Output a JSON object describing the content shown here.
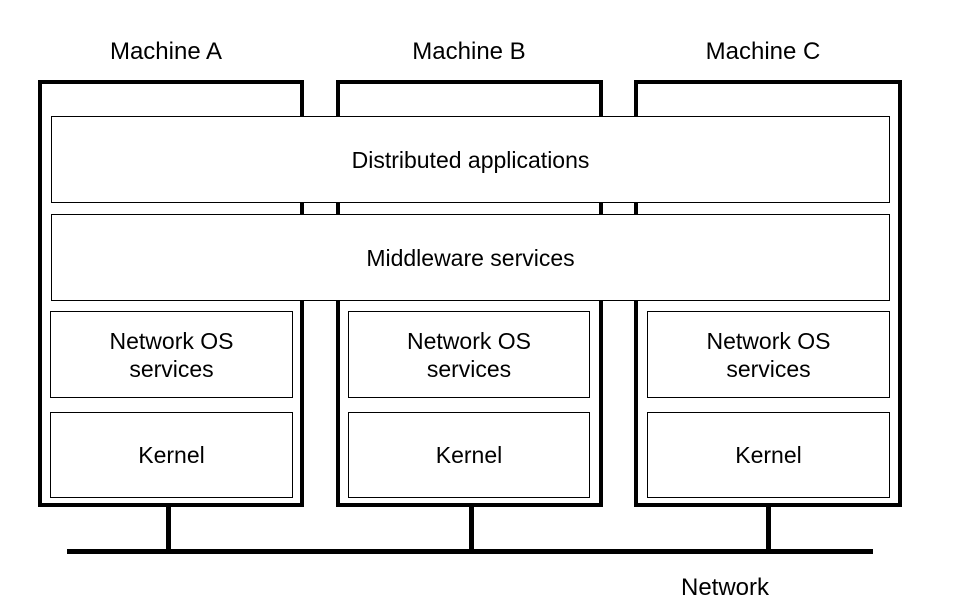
{
  "machines": [
    {
      "label": "Machine A",
      "network_os_line1": "Network OS",
      "network_os_line2": "services",
      "kernel": "Kernel"
    },
    {
      "label": "Machine B",
      "network_os_line1": "Network OS",
      "network_os_line2": "services",
      "kernel": "Kernel"
    },
    {
      "label": "Machine C",
      "network_os_line1": "Network OS",
      "network_os_line2": "services",
      "kernel": "Kernel"
    }
  ],
  "shared_layers": {
    "distributed_applications": "Distributed applications",
    "middleware_services": "Middleware services"
  },
  "network": {
    "label": "Network"
  }
}
